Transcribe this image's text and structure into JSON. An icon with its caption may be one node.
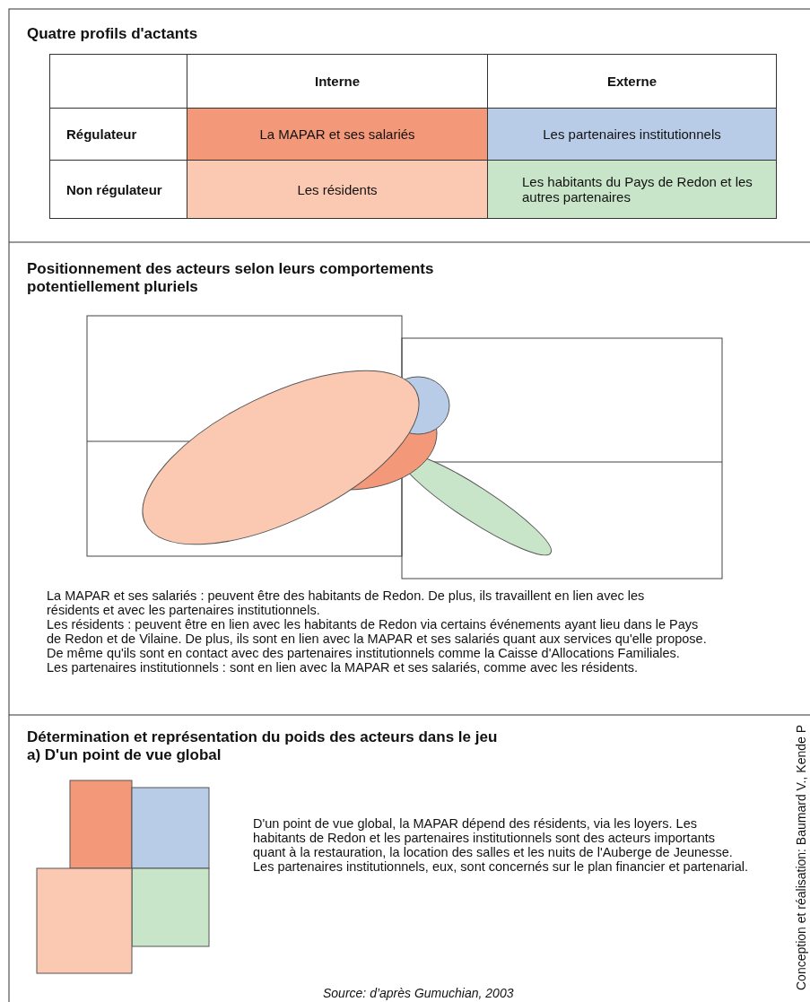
{
  "diagram": {
    "labels": [
      "Quatre profils d'actants",
      "Interne",
      "Externe",
      "Régulateur",
      "La MAPAR et ses salariés",
      "Les partenaires institutionnels",
      "Non régulateur",
      "Les résidents",
      "Les habitants du Pays de Redon et les autres partenaires",
      "Positionnement des acteurs selon leurs comportements potentiellement pluriels",
      "La MAPAR et ses salariés : peuvent être des habitants de Redon. De plus, ils travaillent en lien avec les résidents et avec les partenaires institutionnels.",
      "Les résidents : peuvent être en lien avec les habitants de Redon via certains événements ayant lieu dans le Pays de Redon et de Vilaine. De plus, ils sont en lien avec la MAPAR et ses salariés quant aux services qu'elle propose. De même qu'ils sont en contact avec des partenaires institutionnels  comme la Caisse d'Allocations Familiales.",
      "Les partenaires institutionnels : sont en lien avec la MAPAR et ses salariés, comme avec les résidents.",
      "Détermination et représentation du poids des acteurs dans le jeu",
      "a) D'un point de vue global",
      "D'un point de vue global, la MAPAR dépend des résidents, via les loyers. Les habitants de Redon et les partenaires institutionnels sont des acteurs importants quant à la restauration,  la location des salles et les nuits de l'Auberge de Jeunesse. Les partenaires institutionnels, eux, sont concernés sur le plan financier et partenarial.",
      "Conception et réalisation: Baumard V., Kende P",
      "Source: d’après Gumuchian, 2003"
    ]
  }
}
